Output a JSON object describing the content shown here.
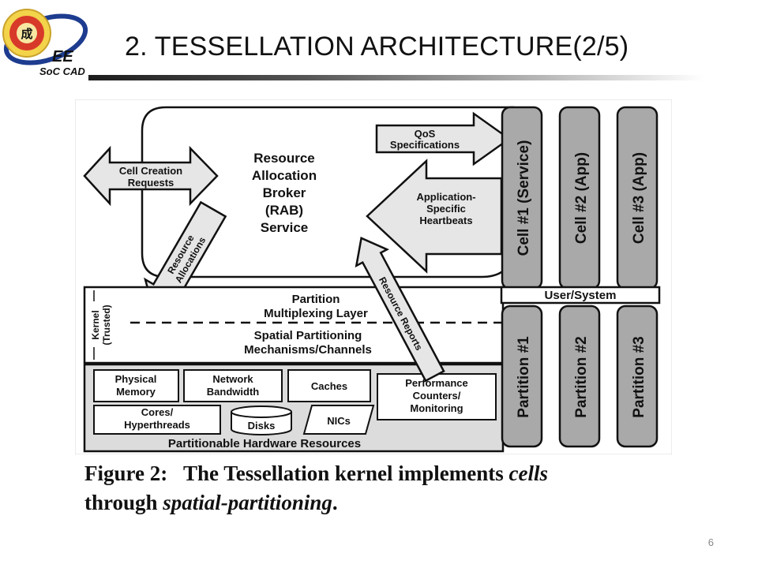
{
  "logo": {
    "text_ee": "EE",
    "text_soc": "SoC CAD",
    "seal_glyph": "成"
  },
  "slide": {
    "title": "2. TESSELLATION ARCHITECTURE(2/5)",
    "page_number": "6"
  },
  "figure": {
    "rab": [
      "Resource",
      "Allocation",
      "Broker",
      "(RAB)",
      "Service"
    ],
    "cell_creation": [
      "Cell Creation",
      "Requests"
    ],
    "qos": [
      "QoS",
      "Specifications"
    ],
    "heartbeats": [
      "Application-",
      "Specific",
      "Heartbeats"
    ],
    "resource_allocations": [
      "Resource",
      "Allocations"
    ],
    "resource_reports": "Resource Reports",
    "kernel": [
      "Kernel",
      "(Trusted)"
    ],
    "partition_mux": [
      "Partition",
      "Multiplexing Layer"
    ],
    "spatial": [
      "Spatial Partitioning",
      "Mechanisms/Channels"
    ],
    "user_system": "User/System",
    "cells": [
      "Cell #1 (Service)",
      "Cell #2 (App)",
      "Cell #3 (App)"
    ],
    "partitions": [
      "Partition #1",
      "Partition #2",
      "Partition #3"
    ],
    "hw": {
      "physical_memory": [
        "Physical",
        "Memory"
      ],
      "network_bandwidth": [
        "Network",
        "Bandwidth"
      ],
      "caches": "Caches",
      "performance": [
        "Performance",
        "Counters/",
        "Monitoring"
      ],
      "cores": [
        "Cores/",
        "Hyperthreads"
      ],
      "disks": "Disks",
      "nics": "NICs",
      "title": "Partitionable Hardware Resources"
    }
  },
  "caption": {
    "line1_prefix": "Figure 2:",
    "line1_text": "The Tessellation kernel implements",
    "line1_italic": "cells",
    "line2_prefix": "through",
    "line2_italic": "spatial-partitioning",
    "line2_end": "."
  }
}
